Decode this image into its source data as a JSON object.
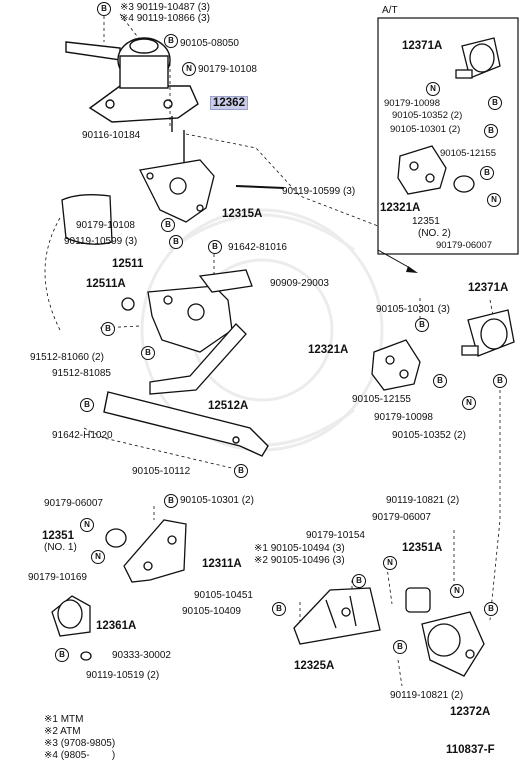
{
  "diagram_id": "110837-F",
  "inset_title": "A/T",
  "markers": {
    "bolt": "B",
    "nut": "N"
  },
  "labels": {
    "p90119_10487": "※3 90119-10487 (3)",
    "p90119_10866": "※4 90119-10866 (3)",
    "p90105_08050": "90105-08050",
    "p90179_10108_top": "90179-10108",
    "p12362": "12362",
    "p90116_10184": "90116-10184",
    "p90119_10599_r": "90119-10599 (3)",
    "p12315A": "12315A",
    "p90179_10108_l": "90179-10108",
    "p90119_10599_l": "90119-10599 (3)",
    "p91642_81016": "91642-81016",
    "p12511": "12511",
    "p12511A": "12511A",
    "p90909_29003": "90909-29003",
    "p91512_81060": "91512-81060 (2)",
    "p91512_81085": "91512-81085",
    "p12512A": "12512A",
    "p91642_H1020": "91642-H1020",
    "p90105_10112": "90105-10112",
    "i12371A": "12371A",
    "i90179_10098": "90179-10098",
    "i90105_10352": "90105-10352 (2)",
    "i90105_10301": "90105-10301 (2)",
    "i90105_12155": "90105-12155",
    "i12321A": "12321A",
    "i12351": "12351",
    "i12351_no2": "(NO. 2)",
    "i90179_06007": "90179-06007",
    "m90105_10301": "90105-10301 (3)",
    "m12371A": "12371A",
    "m12321A": "12321A",
    "m90105_12155": "90105-12155",
    "m90179_10098": "90179-10098",
    "m90105_10352": "90105-10352 (2)",
    "b90179_06007_l": "90179-06007",
    "b90105_10301": "90105-10301 (2)",
    "b12351": "12351",
    "b12351_no1": "(NO. 1)",
    "b90179_10169": "90179-10169",
    "b12311A": "12311A",
    "b90105_10451": "90105-10451",
    "b12361A": "12361A",
    "b90333_30002": "90333-30002",
    "b90119_10519": "90119-10519 (2)",
    "c90179_10154": "90179-10154",
    "c90105_10494": "※1 90105-10494 (3)",
    "c90105_10496": "※2 90105-10496 (3)",
    "c90105_10409": "90105-10409",
    "c12325A": "12325A",
    "r90119_10821_top": "90119-10821 (2)",
    "r90179_06007": "90179-06007",
    "r12351A": "12351A",
    "r12372A": "12372A",
    "r90119_10821_bot": "90119-10821 (2)"
  },
  "footnotes": [
    "※1 MTM",
    "※2 ATM",
    "※3 (9708-9805)",
    "※4 (9805-        )"
  ]
}
